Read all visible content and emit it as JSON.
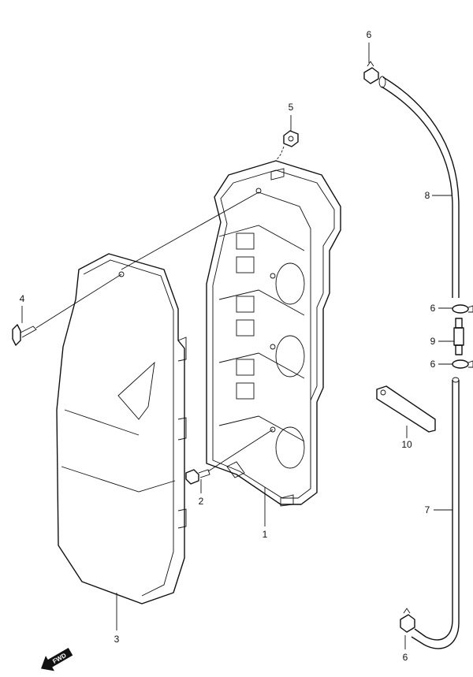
{
  "callouts": {
    "c1": "1",
    "c2": "2",
    "c3": "3",
    "c4": "4",
    "c5": "5",
    "c6a": "6",
    "c6b": "6",
    "c6c": "6",
    "c6d": "6",
    "c7": "7",
    "c8": "8",
    "c9": "9",
    "c10": "10"
  },
  "direction_marker": {
    "label": "FWD",
    "icon": "arrow-left-icon"
  }
}
